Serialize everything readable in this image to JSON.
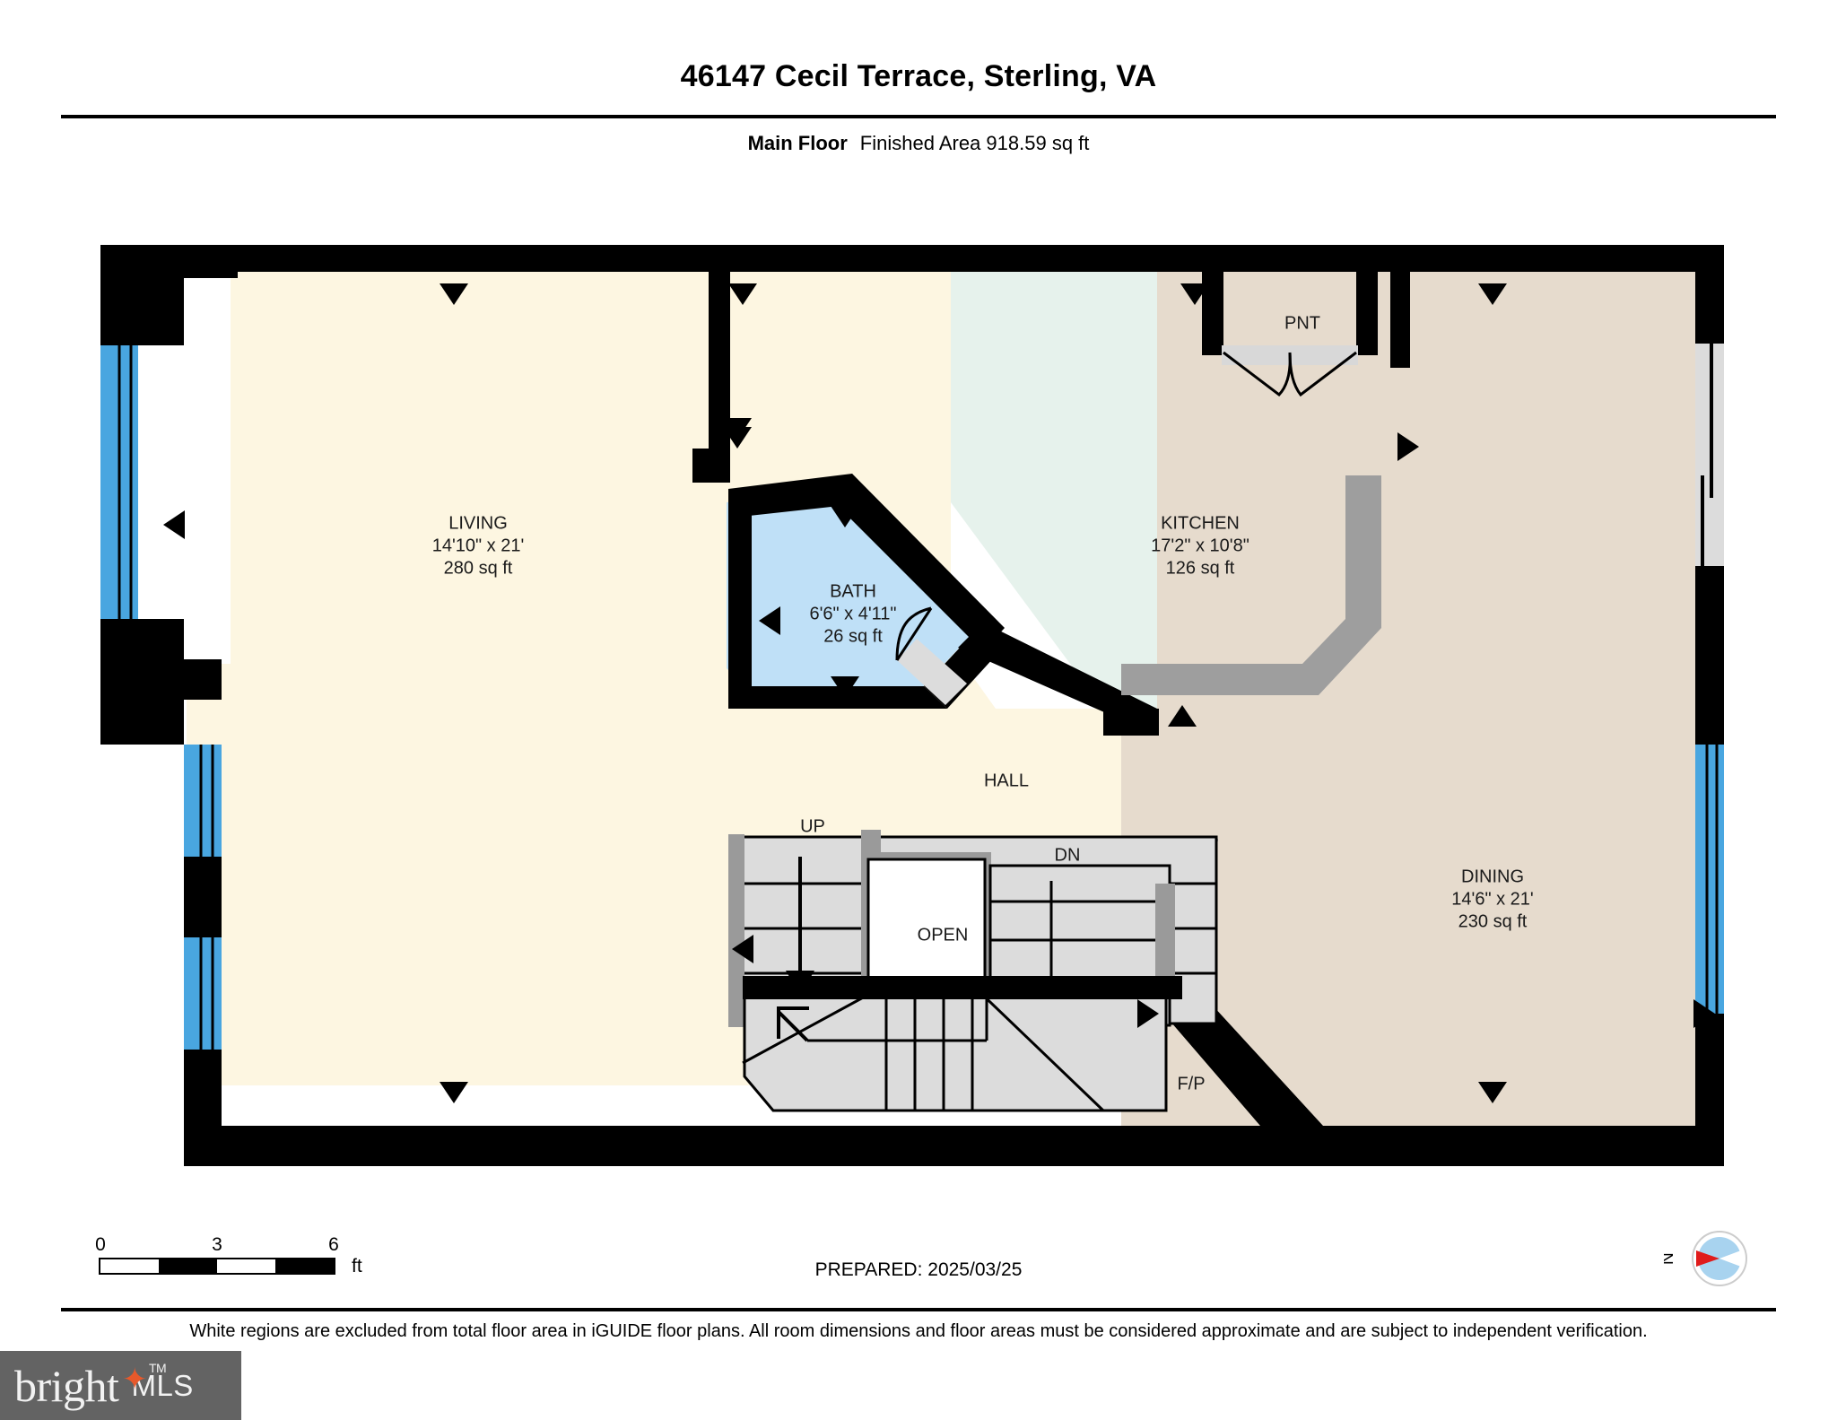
{
  "header": {
    "title": "46147 Cecil Terrace, Sterling, VA",
    "floor_label": "Main Floor",
    "area_text": "Finished Area 918.59 sq ft"
  },
  "rooms": [
    {
      "key": "living",
      "name": "LIVING",
      "dimensions": "14'10\" x 21'",
      "area": "280 sq ft",
      "fill": "#fdf6e1"
    },
    {
      "key": "kitchen",
      "name": "KITCHEN",
      "dimensions": "17'2\" x 10'8\"",
      "area": "126 sq ft",
      "fill": "#e6f2ec"
    },
    {
      "key": "bath",
      "name": "BATH",
      "dimensions": "6'6\" x 4'11\"",
      "area": "26 sq ft",
      "fill": "#bfe0f7"
    },
    {
      "key": "dining",
      "name": "DINING",
      "dimensions": "14'6\" x 21'",
      "area": "230 sq ft",
      "fill": "#e6dbcd"
    }
  ],
  "annotations": {
    "hall": "HALL",
    "pantry": "PNT",
    "up": "UP",
    "down": "DN",
    "open": "OPEN",
    "fireplace": "F/P"
  },
  "scale": {
    "ticks": [
      "0",
      "3",
      "6"
    ],
    "units": "ft"
  },
  "footer": {
    "prepared": "PREPARED: 2025/03/25",
    "compass_label": "N",
    "disclaimer": "White regions are excluded from total floor area in iGUIDE floor plans. All room dimensions and floor areas must be considered approximate and are subject to independent verification."
  },
  "logo": {
    "brand": "brigh",
    "brand_tail": "t",
    "sparkle": "✦",
    "tm": "TM",
    "suffix": "MLS"
  },
  "colors": {
    "wall": "#000000",
    "living_fill": "#fdf6e1",
    "kitchen_fill": "#e6f2ec",
    "bath_fill": "#bfe0f7",
    "dining_fill": "#e6dbcd",
    "stair_fill": "#dcdcdc",
    "window_blue": "#49a6e0",
    "door_gray": "#9a9a9a",
    "counter_gray": "#9e9e9e",
    "logo_bg": "#636363",
    "logo_accent": "#e8592b",
    "compass_circle": "#a8d3ef",
    "compass_needle": "#e01b1b"
  }
}
